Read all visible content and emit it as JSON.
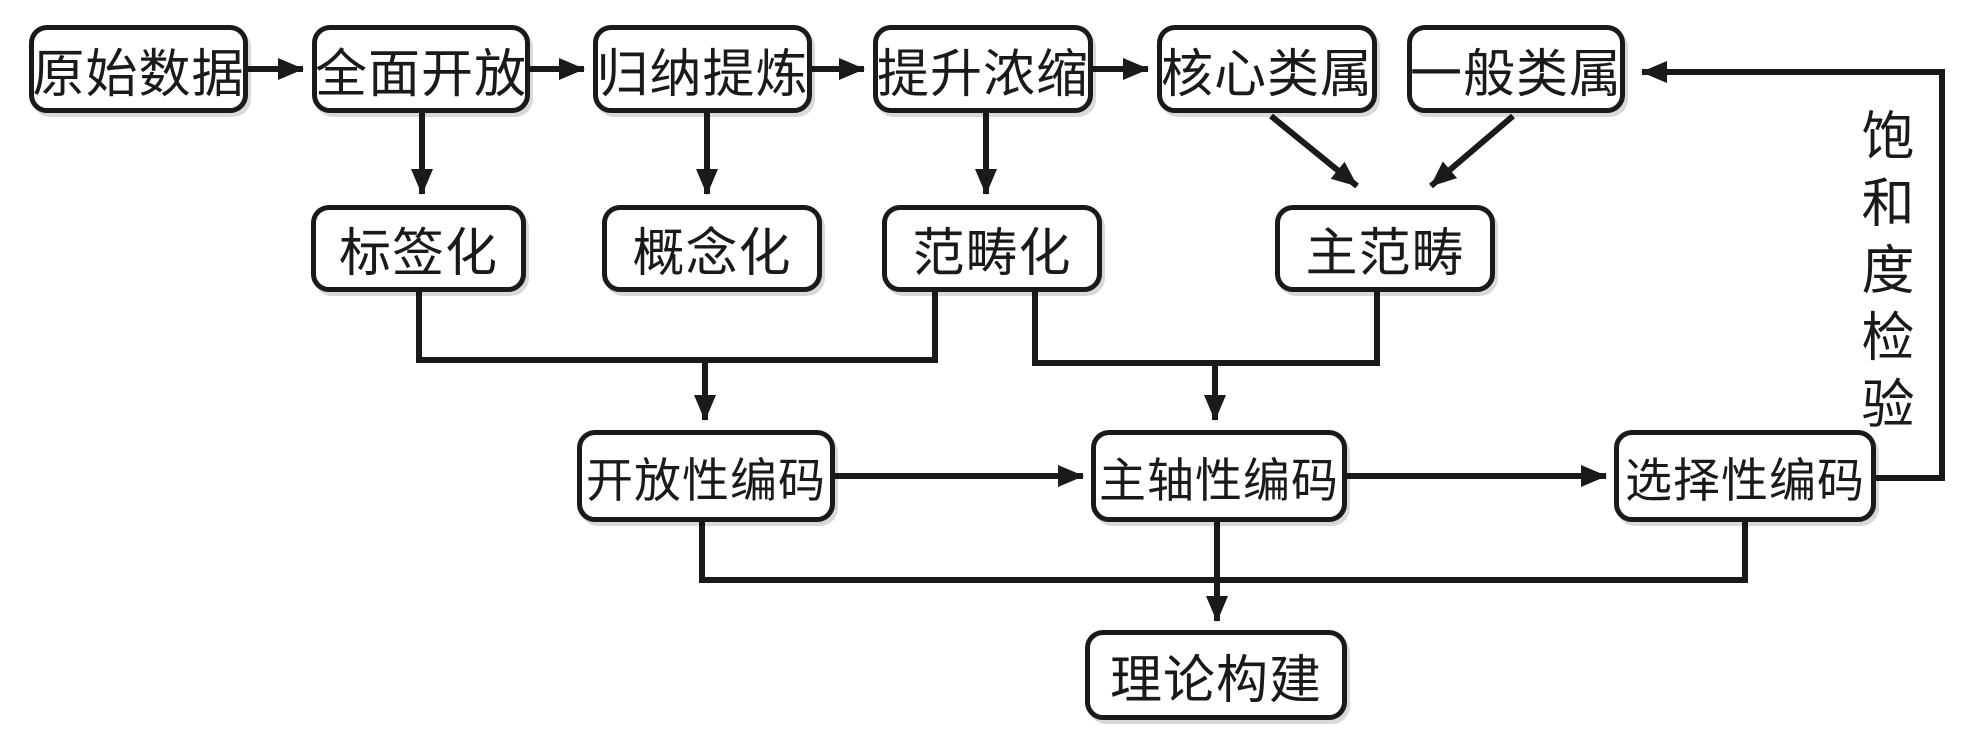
{
  "diagram": {
    "background": "#ffffff",
    "line_color": "#1a1a1a",
    "box_border_color": "#1a1a1a",
    "text_color": "#1a1a1a"
  },
  "nodes": [
    {
      "id": "raw-data",
      "label": "原始数据"
    },
    {
      "id": "open-all",
      "label": "全面开放"
    },
    {
      "id": "induction",
      "label": "归纳提炼"
    },
    {
      "id": "condense",
      "label": "提升浓缩"
    },
    {
      "id": "core-category",
      "label": "核心类属"
    },
    {
      "id": "general-category",
      "label": "一般类属"
    },
    {
      "id": "labeling",
      "label": "标签化"
    },
    {
      "id": "conceptualization",
      "label": "概念化"
    },
    {
      "id": "categorization",
      "label": "范畴化"
    },
    {
      "id": "main-category",
      "label": "主范畴"
    },
    {
      "id": "open-coding",
      "label": "开放性编码"
    },
    {
      "id": "axial-coding",
      "label": "主轴性编码"
    },
    {
      "id": "selective-coding",
      "label": "选择性编码"
    },
    {
      "id": "theory-building",
      "label": "理论构建"
    }
  ],
  "feedback": {
    "label": "饱和度检验"
  },
  "edges": [
    {
      "from": "raw-data",
      "to": "open-all",
      "arrow": true
    },
    {
      "from": "open-all",
      "to": "induction",
      "arrow": true
    },
    {
      "from": "induction",
      "to": "condense",
      "arrow": true
    },
    {
      "from": "condense",
      "to": "core-category",
      "arrow": true
    },
    {
      "from": "open-all",
      "to": "labeling",
      "arrow": true
    },
    {
      "from": "induction",
      "to": "conceptualization",
      "arrow": true
    },
    {
      "from": "condense",
      "to": "categorization",
      "arrow": true
    },
    {
      "from": "core-category",
      "to": "main-category",
      "arrow": true
    },
    {
      "from": "general-category",
      "to": "main-category",
      "arrow": true
    },
    {
      "from": "labeling",
      "to": "open-coding",
      "arrow": true,
      "via": "bracket"
    },
    {
      "from": "categorization",
      "to": "open-coding",
      "arrow": true,
      "via": "bracket"
    },
    {
      "from": "categorization",
      "to": "axial-coding",
      "arrow": true,
      "via": "bracket"
    },
    {
      "from": "main-category",
      "to": "axial-coding",
      "arrow": true,
      "via": "bracket"
    },
    {
      "from": "open-coding",
      "to": "axial-coding",
      "arrow": true
    },
    {
      "from": "axial-coding",
      "to": "selective-coding",
      "arrow": true
    },
    {
      "from": "open-coding",
      "to": "theory-building",
      "arrow": true,
      "via": "bracket"
    },
    {
      "from": "axial-coding",
      "to": "theory-building",
      "arrow": true,
      "via": "bracket"
    },
    {
      "from": "selective-coding",
      "to": "theory-building",
      "arrow": true,
      "via": "bracket"
    },
    {
      "from": "selective-coding",
      "to": "general-category",
      "arrow": true,
      "label": "饱和度检验"
    }
  ]
}
